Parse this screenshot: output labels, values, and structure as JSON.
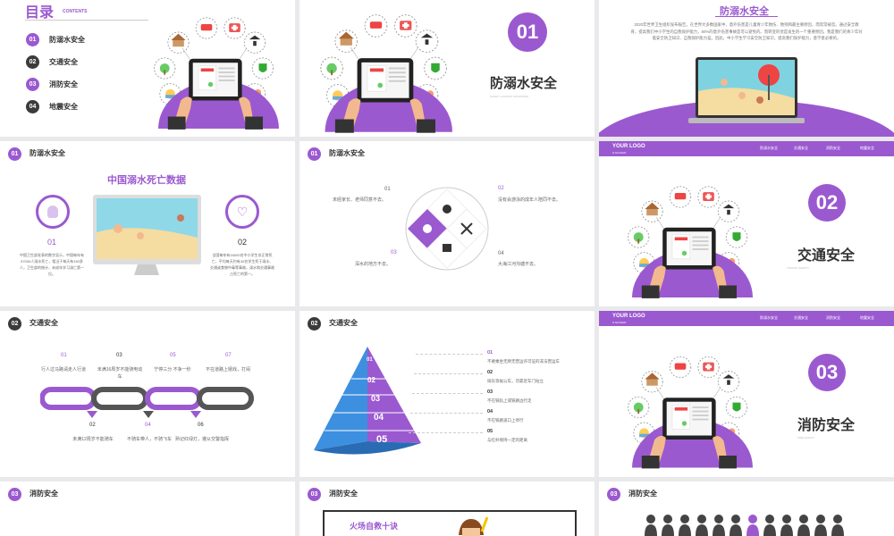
{
  "colors": {
    "accent": "#9b59d0",
    "dark": "#3b3b3b",
    "pyramid_blue": "#3d8fe0"
  },
  "toc": {
    "title": "目录",
    "subtitle": "CONTENTS",
    "items": [
      {
        "num": "01",
        "label": "防溺水安全"
      },
      {
        "num": "02",
        "label": "交通安全"
      },
      {
        "num": "03",
        "label": "消防安全"
      },
      {
        "num": "04",
        "label": "地震安全"
      }
    ]
  },
  "s2": {
    "num": "01",
    "title": "防溺水安全",
    "sub": "SAFETY AGAINST DROWNING"
  },
  "s3": {
    "title": "防溺水安全",
    "para": "2020年世界卫生组织发布报告，在世界大多数国家中，意外伤害是儿童青少年致伤、致残和最主要原因，而常常被忽。通过安全教育，提高我们中小学生的自我保护能力，80%的意外伤害事故是可以避免的。而转变的觉是发生的一个重要原因，我是我们的青少年对着安全防卫知识、自我保护能力差。因此，中小学生学习安全防卫知识，提高我们保护能力，意学意必要的。"
  },
  "s4": {
    "num": "01",
    "header": "防溺水安全",
    "title": "中国溺水死亡数据",
    "left": {
      "num": "01",
      "text": "中国卫生部发表的数字显示，中国每年有57000人溺水死亡，相当于每天有150多人，卫生部的统计，未成年学习溺亡第一位。"
    },
    "right": {
      "num": "02",
      "text": "全国每年有16000名中小学生非正常死亡，平均每天约有40名学生死于溺水、交通或食物中毒等事故，溺水和交通事故占死亡的第一。"
    }
  },
  "s5": {
    "num": "01",
    "header": "防溺水安全",
    "items": [
      {
        "num": "01",
        "text": "未经家长、老师同意不去。"
      },
      {
        "num": "02",
        "text": "没有会游泳的成年人陪同不去。"
      },
      {
        "num": "03",
        "text": "深水的地方不去。"
      },
      {
        "num": "04",
        "text": "大海江河沟塘不去。"
      }
    ]
  },
  "s6": {
    "logo": "YOUR LOGO",
    "logo_sub": "& SLOGAN",
    "nav": [
      "防溺水安全",
      "交通安全",
      "消防安全",
      "地震安全"
    ],
    "num": "02",
    "title": "交通安全",
    "sub": "TRAFFIC SAFETY"
  },
  "s7": {
    "num": "02",
    "header": "交通安全",
    "top": [
      {
        "num": "01",
        "text": "行人过马路请走人行道"
      },
      {
        "num": "03",
        "text": "未满16周岁不能骑电动车"
      },
      {
        "num": "05",
        "text": "宁停三分 不争一秒"
      },
      {
        "num": "07",
        "text": "不在道路上嬉戏，打闹"
      }
    ],
    "bottom": [
      {
        "num": "02",
        "text": "未满12周岁不能骑车"
      },
      {
        "num": "04",
        "text": "不骑车带人，不骑飞车"
      },
      {
        "num": "06",
        "text": "熟记红绿灯，遵从交警指挥"
      }
    ]
  },
  "s8": {
    "num": "02",
    "header": "交通安全",
    "levels": [
      "01",
      "02",
      "03",
      "04",
      "05"
    ],
    "items": [
      {
        "num": "01",
        "text": "不要乘坐无牌无营运许可证的非法营运车"
      },
      {
        "num": "02",
        "text": "排队等候公车，勿靠近车门站立"
      },
      {
        "num": "03",
        "text": "不在铁轨上或铁路边行走"
      },
      {
        "num": "04",
        "text": "不在铁路道口上停行"
      },
      {
        "num": "05",
        "text": "与红杆保持一定的距离"
      }
    ]
  },
  "s9": {
    "logo": "YOUR LOGO",
    "logo_sub": "& SLOGAN",
    "nav": [
      "防溺水安全",
      "交通安全",
      "消防安全",
      "地震安全"
    ],
    "num": "03",
    "title": "消防安全",
    "sub": "FIRE SAFETY"
  },
  "s10": {
    "num": "03",
    "header": "消防安全"
  },
  "s11": {
    "num": "03",
    "header": "消防安全",
    "card_title": "火场自救十诀"
  },
  "s12": {
    "num": "03",
    "header": "消防安全"
  }
}
